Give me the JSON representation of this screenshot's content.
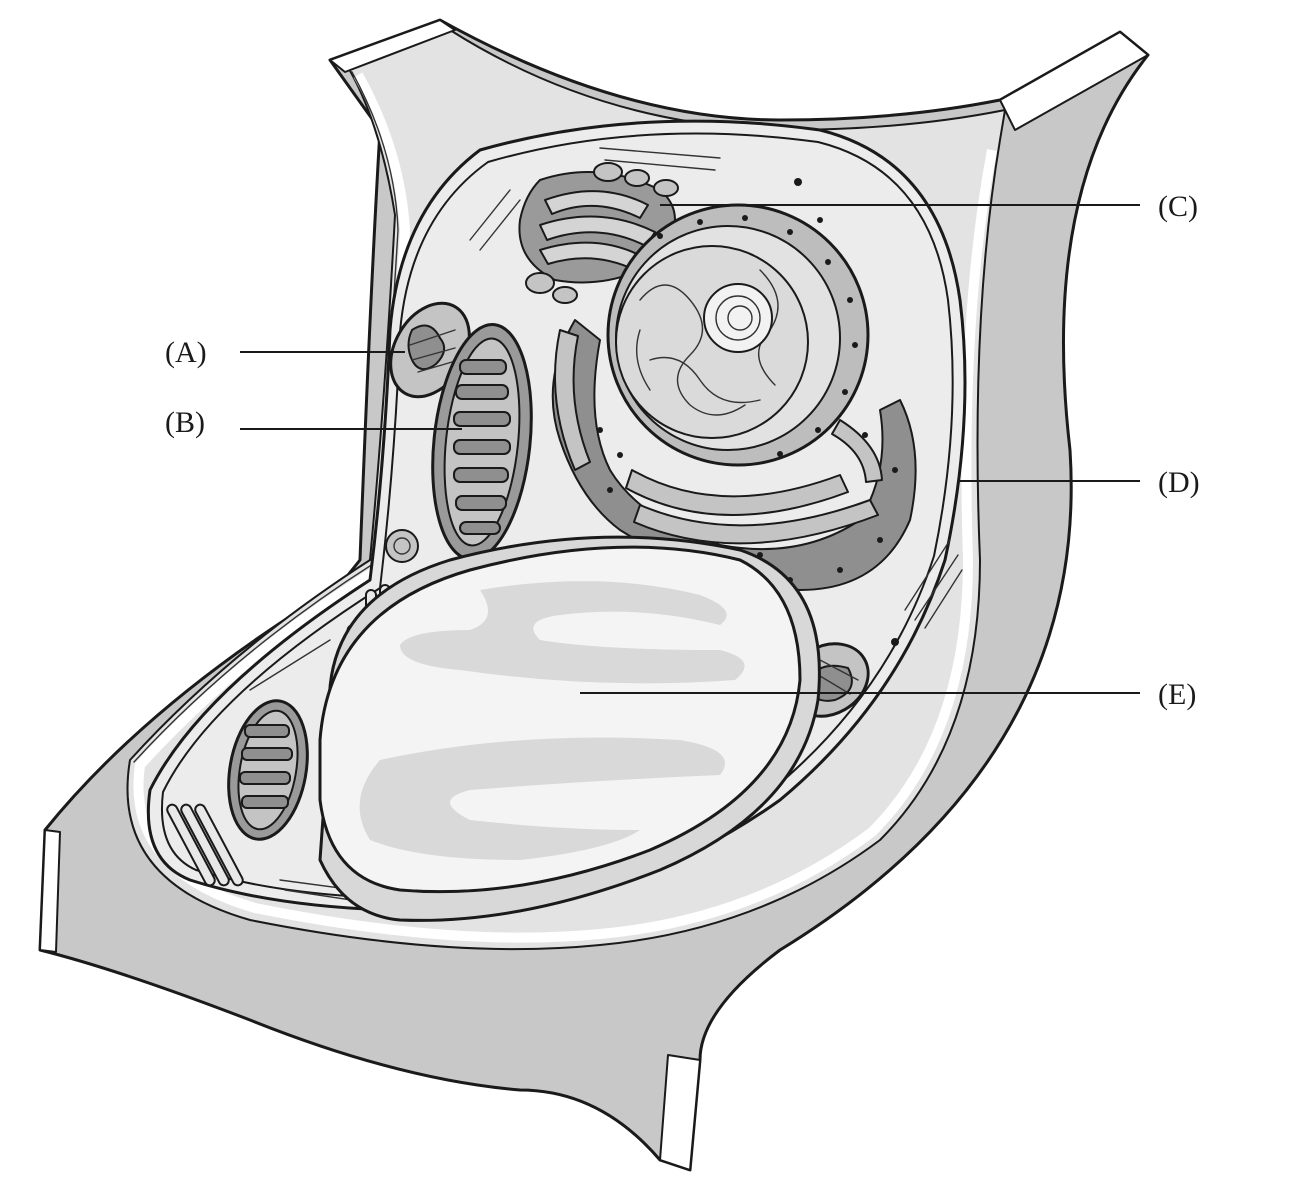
{
  "labels": {
    "a": "(A)",
    "b": "(B)",
    "c": "(C)",
    "d": "(D)",
    "e": "(E)"
  },
  "colors": {
    "ink": "#1a1a1a",
    "wall": "#c8c8c8",
    "wall_dark": "#b4b4b4",
    "cytoplasm": "#ececec",
    "vacuole": "#f4f4f4",
    "vacuole_streak": "#d9d9d9",
    "organelle_dark": "#9a9a9a",
    "organelle_mid": "#c4c4c4",
    "nucleus": "#dadada",
    "er": "#8f8f8f"
  }
}
